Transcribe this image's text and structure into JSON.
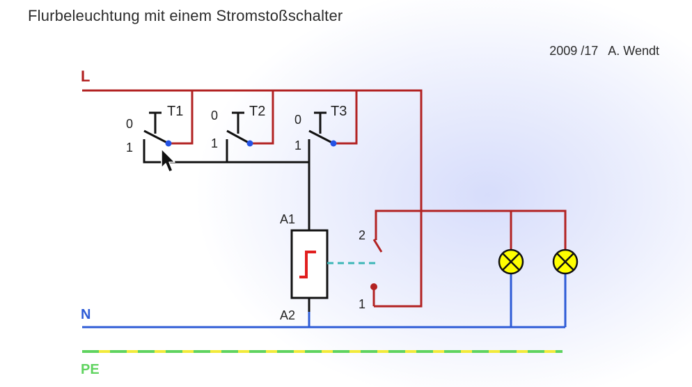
{
  "title": "Flurbeleuchtung mit einem Stromstoßschalter",
  "credit": {
    "year": "2009 /17",
    "author": "A. Wendt"
  },
  "conductors": {
    "line": "L",
    "neutral": "N",
    "protective": "PE"
  },
  "pushbuttons": [
    {
      "label": "T1",
      "pos_open": "0",
      "pos_closed": "1"
    },
    {
      "label": "T2",
      "pos_open": "0",
      "pos_closed": "1"
    },
    {
      "label": "T3",
      "pos_open": "0",
      "pos_closed": "1"
    }
  ],
  "relay": {
    "coil_top": "A1",
    "coil_bottom": "A2",
    "contact_top": "2",
    "contact_bottom": "1"
  },
  "colors": {
    "line": "#b22222",
    "neutral": "#2d5bd6",
    "control": "#111111",
    "pe_green": "#5fd35f",
    "pe_yellow": "#f2ea3a",
    "lamp": "#ffff00",
    "contact_dot": "#2453e6",
    "link": "#3cb6b6"
  }
}
